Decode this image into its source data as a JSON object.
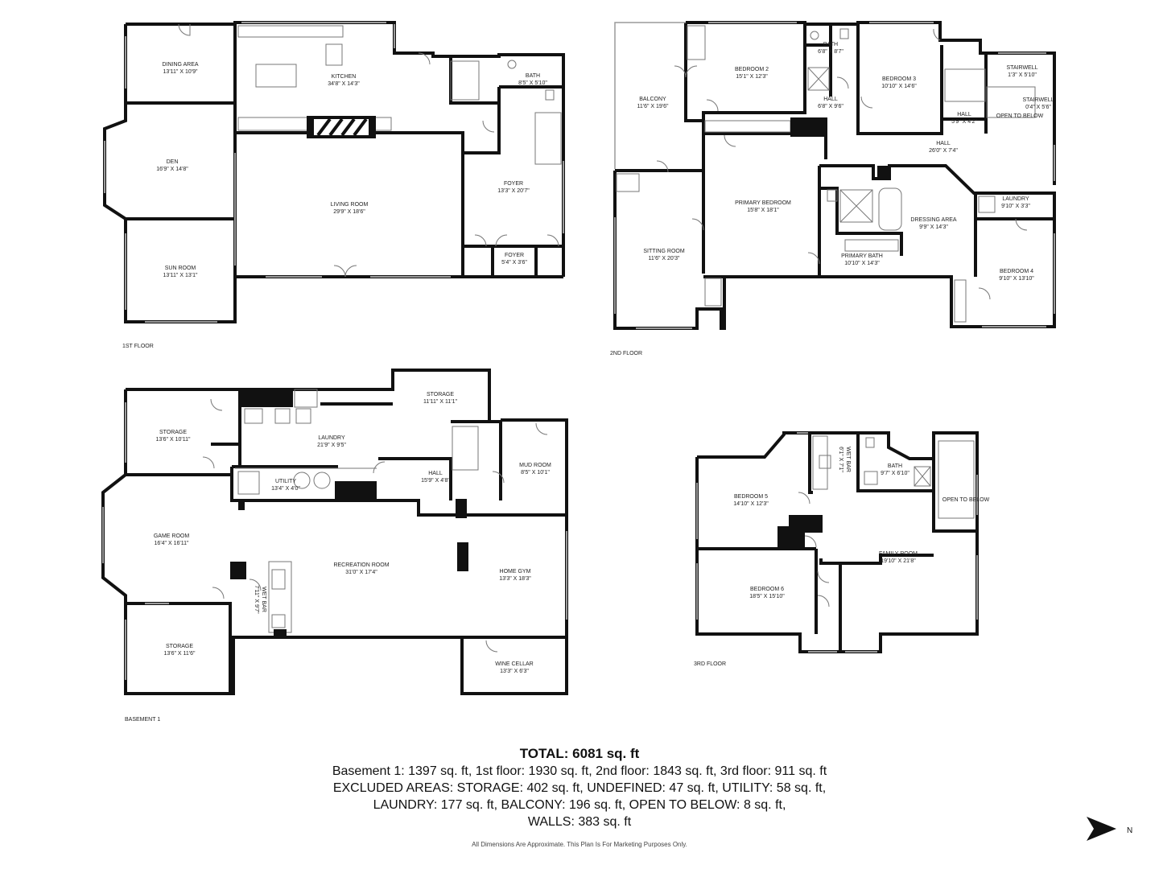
{
  "floors": {
    "first": {
      "label": "1ST FLOOR",
      "rooms": {
        "dining": {
          "name": "DINING AREA",
          "dim": "13'11\" X 10'9\""
        },
        "kitchen": {
          "name": "KITCHEN",
          "dim": "34'8\" X 14'3\""
        },
        "bath": {
          "name": "BATH",
          "dim": "8'5\" X 5'10\""
        },
        "den": {
          "name": "DEN",
          "dim": "16'9\" X 14'8\""
        },
        "living": {
          "name": "LIVING ROOM",
          "dim": "29'9\" X 18'6\""
        },
        "foyer": {
          "name": "FOYER",
          "dim": "13'3\" X 20'7\""
        },
        "foyer2": {
          "name": "FOYER",
          "dim": "5'4\" X 3'6\""
        },
        "sunroom": {
          "name": "SUN ROOM",
          "dim": "13'11\" X 13'1\""
        }
      }
    },
    "second": {
      "label": "2ND FLOOR",
      "rooms": {
        "balcony": {
          "name": "BALCONY",
          "dim": "11'6\" X 19'6\""
        },
        "bedroom2": {
          "name": "BEDROOM 2",
          "dim": "15'1\" X 12'3\""
        },
        "bath": {
          "name": "BATH",
          "dim": "6'8\" X 8'7\""
        },
        "hall_small": {
          "name": "HALL",
          "dim": "6'8\" X 9'6\""
        },
        "bedroom3": {
          "name": "BEDROOM 3",
          "dim": "10'10\" X 14'6\""
        },
        "stairwell1": {
          "name": "STAIRWELL",
          "dim": "1'3\" X 5'10\""
        },
        "stairwell2": {
          "name": "STAIRWELL",
          "dim": "0'4\" X 5'6\""
        },
        "hall_tiny": {
          "name": "HALL",
          "dim": "5'9\" X 4'2\""
        },
        "open_below": {
          "name": "OPEN TO BELOW"
        },
        "hall_main": {
          "name": "HALL",
          "dim": "26'0\" X 7'4\""
        },
        "primary_bed": {
          "name": "PRIMARY BEDROOM",
          "dim": "15'8\" X 18'1\""
        },
        "laundry": {
          "name": "LAUNDRY",
          "dim": "9'10\" X 3'3\""
        },
        "dressing": {
          "name": "DRESSING AREA",
          "dim": "9'9\" X 14'3\""
        },
        "sitting": {
          "name": "SITTING ROOM",
          "dim": "11'6\" X 20'3\""
        },
        "primary_bath": {
          "name": "PRIMARY BATH",
          "dim": "10'10\" X 14'3\""
        },
        "bedroom4": {
          "name": "BEDROOM 4",
          "dim": "9'10\" X 13'10\""
        }
      }
    },
    "basement": {
      "label": "BASEMENT 1",
      "rooms": {
        "storage_nw": {
          "name": "STORAGE",
          "dim": "13'6\" X 10'11\""
        },
        "laundry": {
          "name": "LAUNDRY",
          "dim": "21'9\" X 9'5\""
        },
        "storage_n": {
          "name": "STORAGE",
          "dim": "11'11\" X 11'1\""
        },
        "mudroom": {
          "name": "MUD ROOM",
          "dim": "8'5\" X 10'1\""
        },
        "utility": {
          "name": "UTILITY",
          "dim": "13'4\" X 4'0\""
        },
        "hall": {
          "name": "HALL",
          "dim": "15'9\" X 4'8\""
        },
        "game": {
          "name": "GAME ROOM",
          "dim": "16'4\" X 16'11\""
        },
        "recreation": {
          "name": "RECREATION ROOM",
          "dim": "31'0\" X 17'4\""
        },
        "gym": {
          "name": "HOME GYM",
          "dim": "13'3\" X 18'3\""
        },
        "wetbar": {
          "name": "WET BAR",
          "dim": "7'11\" X 9'7\""
        },
        "storage_sw": {
          "name": "STORAGE",
          "dim": "13'6\" X 11'6\""
        },
        "wine": {
          "name": "WINE CELLAR",
          "dim": "13'3\" X 6'3\""
        }
      }
    },
    "third": {
      "label": "3RD FLOOR",
      "rooms": {
        "bedroom5": {
          "name": "BEDROOM 5",
          "dim": "14'10\" X 12'3\""
        },
        "wetbar": {
          "name": "WET BAR",
          "dim": "6'1\" X 7'1\""
        },
        "bath": {
          "name": "BATH",
          "dim": "9'7\" X 6'10\""
        },
        "open_below": {
          "name": "OPEN TO BELOW"
        },
        "family": {
          "name": "FAMILY ROOM",
          "dim": "19'10\" X 21'8\""
        },
        "bedroom6": {
          "name": "BEDROOM 6",
          "dim": "18'5\" X 15'10\""
        }
      }
    }
  },
  "summary": {
    "total": "TOTAL: 6081 sq. ft",
    "line1": "Basement 1: 1397 sq. ft, 1st floor: 1930 sq. ft, 2nd floor: 1843 sq. ft, 3rd floor: 911 sq. ft",
    "line2": "EXCLUDED AREAS: STORAGE: 402 sq. ft, UNDEFINED: 47 sq. ft, UTILITY: 58 sq. ft,",
    "line3": "LAUNDRY: 177 sq. ft, BALCONY: 196 sq. ft, OPEN TO BELOW: 8 sq. ft,",
    "line4": "WALLS: 383 sq. ft"
  },
  "disclaimer": "All Dimensions Are Approximate. This Plan Is For Marketing Purposes Only.",
  "compass": {
    "label": "N",
    "icon": "north-arrow-icon"
  },
  "colors": {
    "wall": "#111111",
    "fixture": "#777777",
    "window": "#9a9a9a"
  }
}
